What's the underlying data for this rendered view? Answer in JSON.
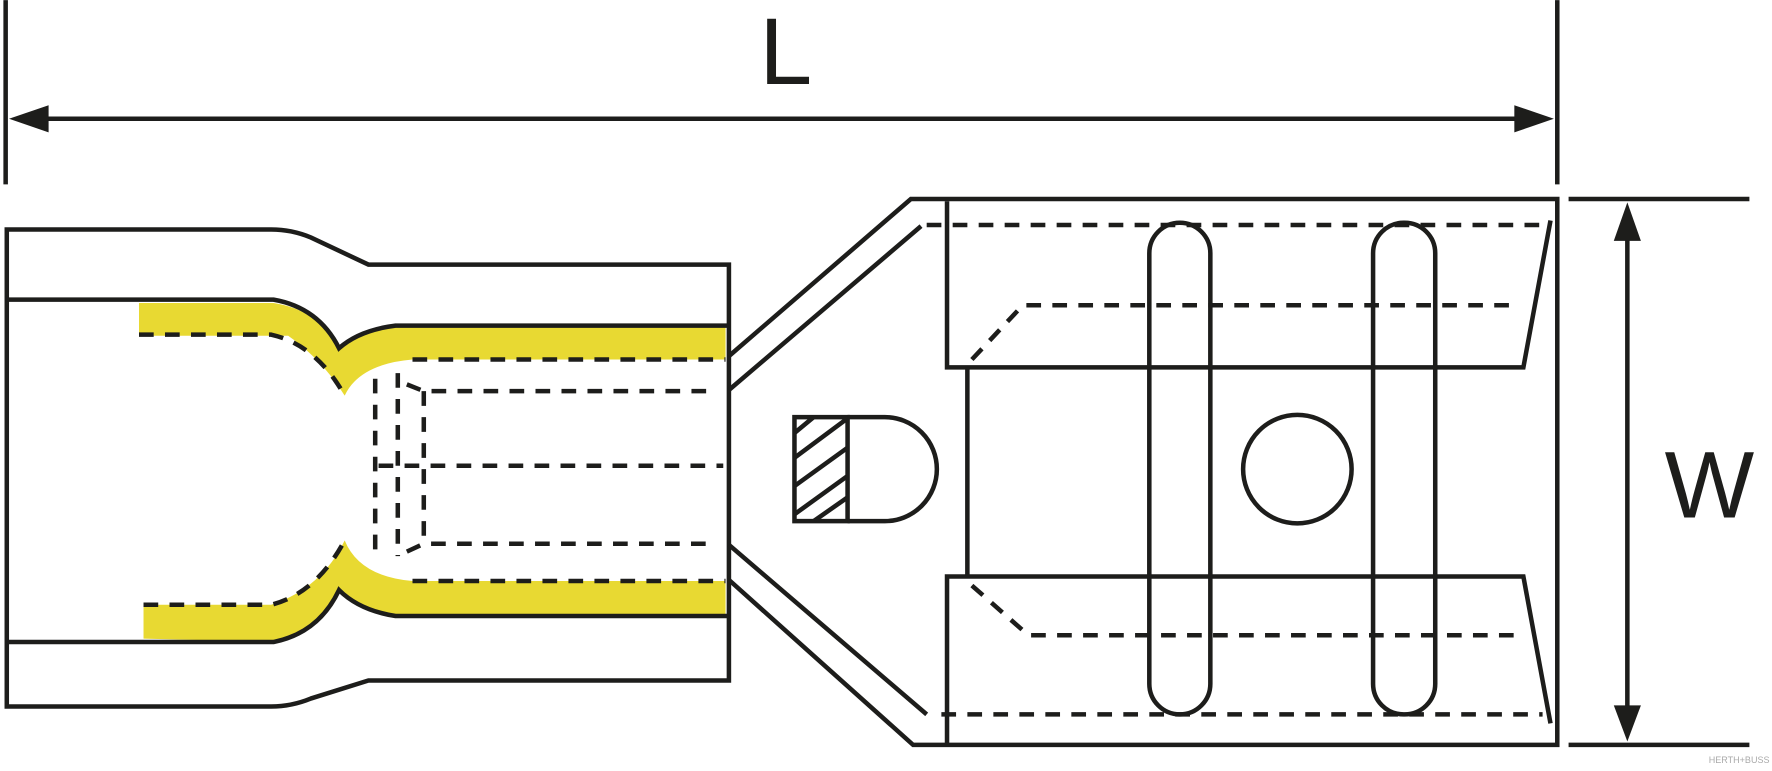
{
  "dimensions": {
    "length_label": "L",
    "width_label": "W"
  },
  "watermark": "HERTH+BUSS",
  "colors": {
    "insulation": "#e8d932",
    "line": "#1d1d1b"
  }
}
